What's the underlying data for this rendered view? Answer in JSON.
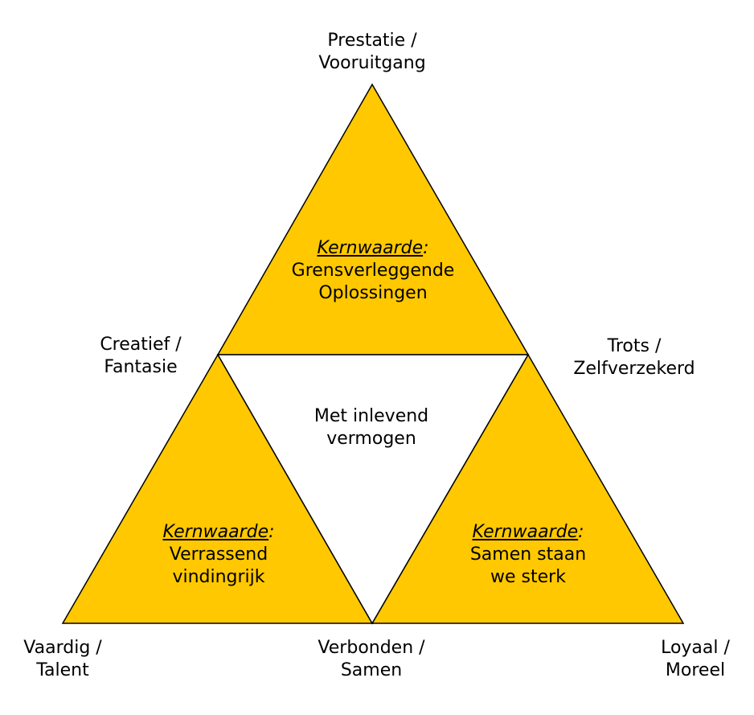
{
  "colors": {
    "fill": "#FFC800",
    "stroke": "#000000",
    "center": "#FFFFFF"
  },
  "vertices": {
    "top": [
      "Prestatie /",
      "Vooruitgang"
    ],
    "mid_left": [
      "Creatief /",
      "Fantasie"
    ],
    "mid_right": [
      "Trots /",
      "Zelfverzekerd"
    ],
    "bottom_left": [
      "Vaardig /",
      "Talent"
    ],
    "bottom_mid": [
      "Verbonden /",
      "Samen"
    ],
    "bottom_right": [
      "Loyaal /",
      "Moreel"
    ]
  },
  "triangles": {
    "top": {
      "kw": "Kernwaarde",
      "colon": ":",
      "lines": [
        "Grensverleggende",
        "Oplossingen"
      ]
    },
    "left": {
      "kw": "Kernwaarde",
      "colon": ":",
      "lines": [
        "Verrassend",
        "vindingrijk"
      ]
    },
    "right": {
      "kw": "Kernwaarde",
      "colon": ":",
      "lines": [
        "Samen staan",
        "we sterk"
      ]
    },
    "center": {
      "lines": [
        "Met inlevend",
        "vermogen"
      ]
    }
  }
}
